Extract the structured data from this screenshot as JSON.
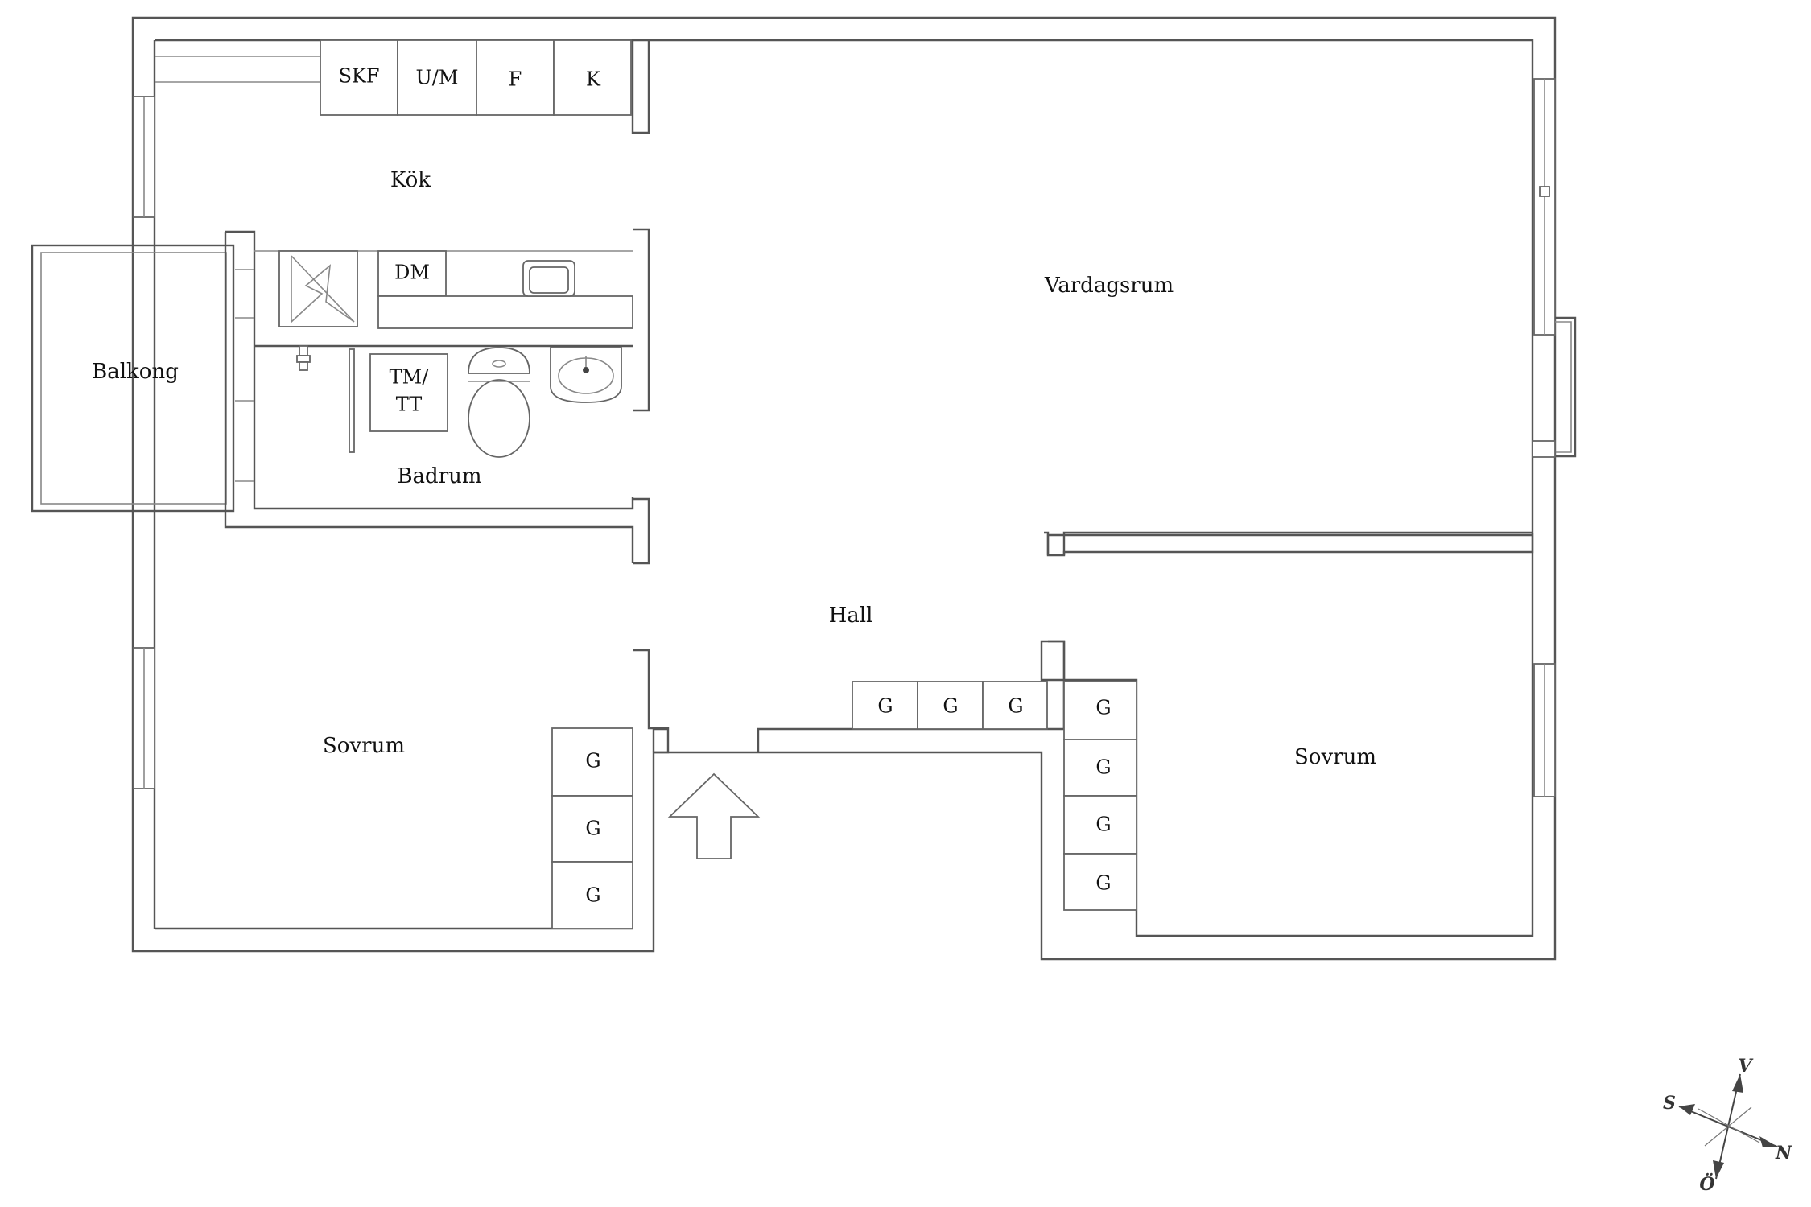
{
  "rooms": {
    "kok": "Kök",
    "vardagsrum": "Vardagsrum",
    "balkong": "Balkong",
    "badrum": "Badrum",
    "hall": "Hall",
    "sovrum_left": "Sovrum",
    "sovrum_right": "Sovrum"
  },
  "kitchen_units": {
    "skf": "SKF",
    "um": "U/M",
    "f": "F",
    "k": "K",
    "dm": "DM"
  },
  "bathroom": {
    "tm_line1": "TM/",
    "tm_line2": "TT"
  },
  "wardrobes": {
    "label": "G"
  },
  "compass": {
    "north": "N",
    "south": "S",
    "east": "Ö",
    "west": "V"
  }
}
